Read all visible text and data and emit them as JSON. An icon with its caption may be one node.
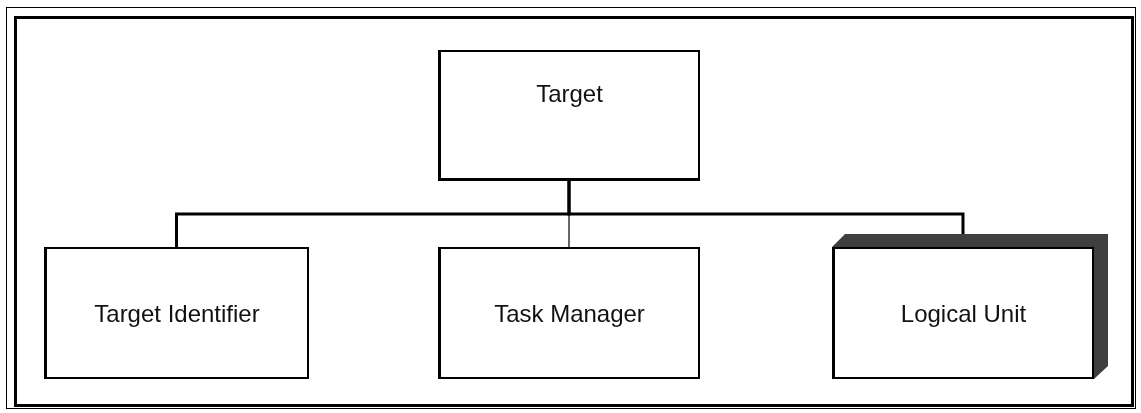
{
  "diagram": {
    "nodes": [
      {
        "text": [
          "Target"
        ]
      },
      {
        "text": [
          "Target Identifier"
        ]
      },
      {
        "text": [
          "Task Manager"
        ]
      },
      {
        "text": [
          "Logical Unit"
        ]
      }
    ],
    "edges": [
      {
        "from": 0,
        "to": 1,
        "arrow": "none"
      },
      {
        "from": 0,
        "to": 2,
        "arrow": "none"
      },
      {
        "from": 0,
        "to": 3,
        "arrow": "none"
      }
    ]
  }
}
